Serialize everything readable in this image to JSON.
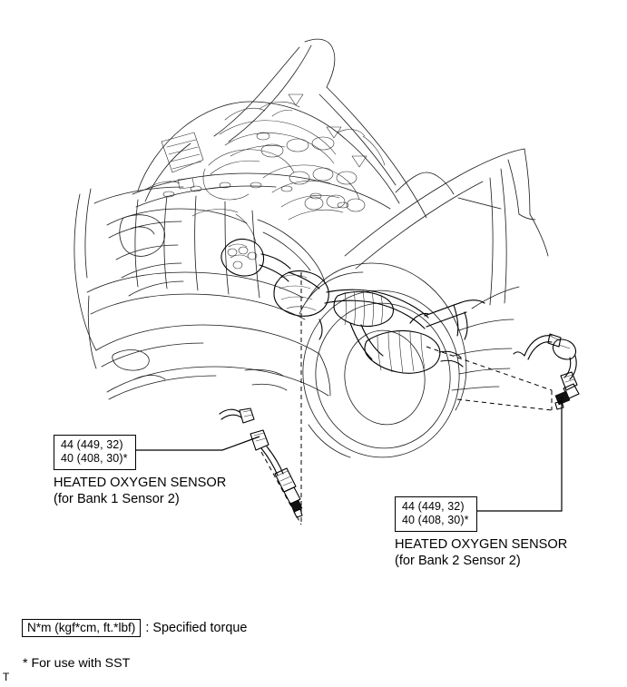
{
  "document": {
    "type": "service-manual-illustration",
    "subject": "Heated Oxygen Sensor removal / installation",
    "corner_mark": "T"
  },
  "callouts": [
    {
      "id": "bank1",
      "torque_lines": [
        "44 (449, 32)",
        "40 (408, 30)*"
      ],
      "title": "HEATED OXYGEN SENSOR",
      "subtitle": "(for Bank 1 Sensor 2)"
    },
    {
      "id": "bank2",
      "torque_lines": [
        "44 (449, 32)",
        "40 (408, 30)*"
      ],
      "title": "HEATED OXYGEN SENSOR",
      "subtitle": "(for Bank 2 Sensor 2)"
    }
  ],
  "legend": {
    "unit_box": "N*m (kgf*cm, ft.*lbf)",
    "unit_meaning": ": Specified torque",
    "footnote": "* For use with SST"
  },
  "colors": {
    "line": "#1a1a1a",
    "background": "#ffffff",
    "text": "#000000"
  }
}
